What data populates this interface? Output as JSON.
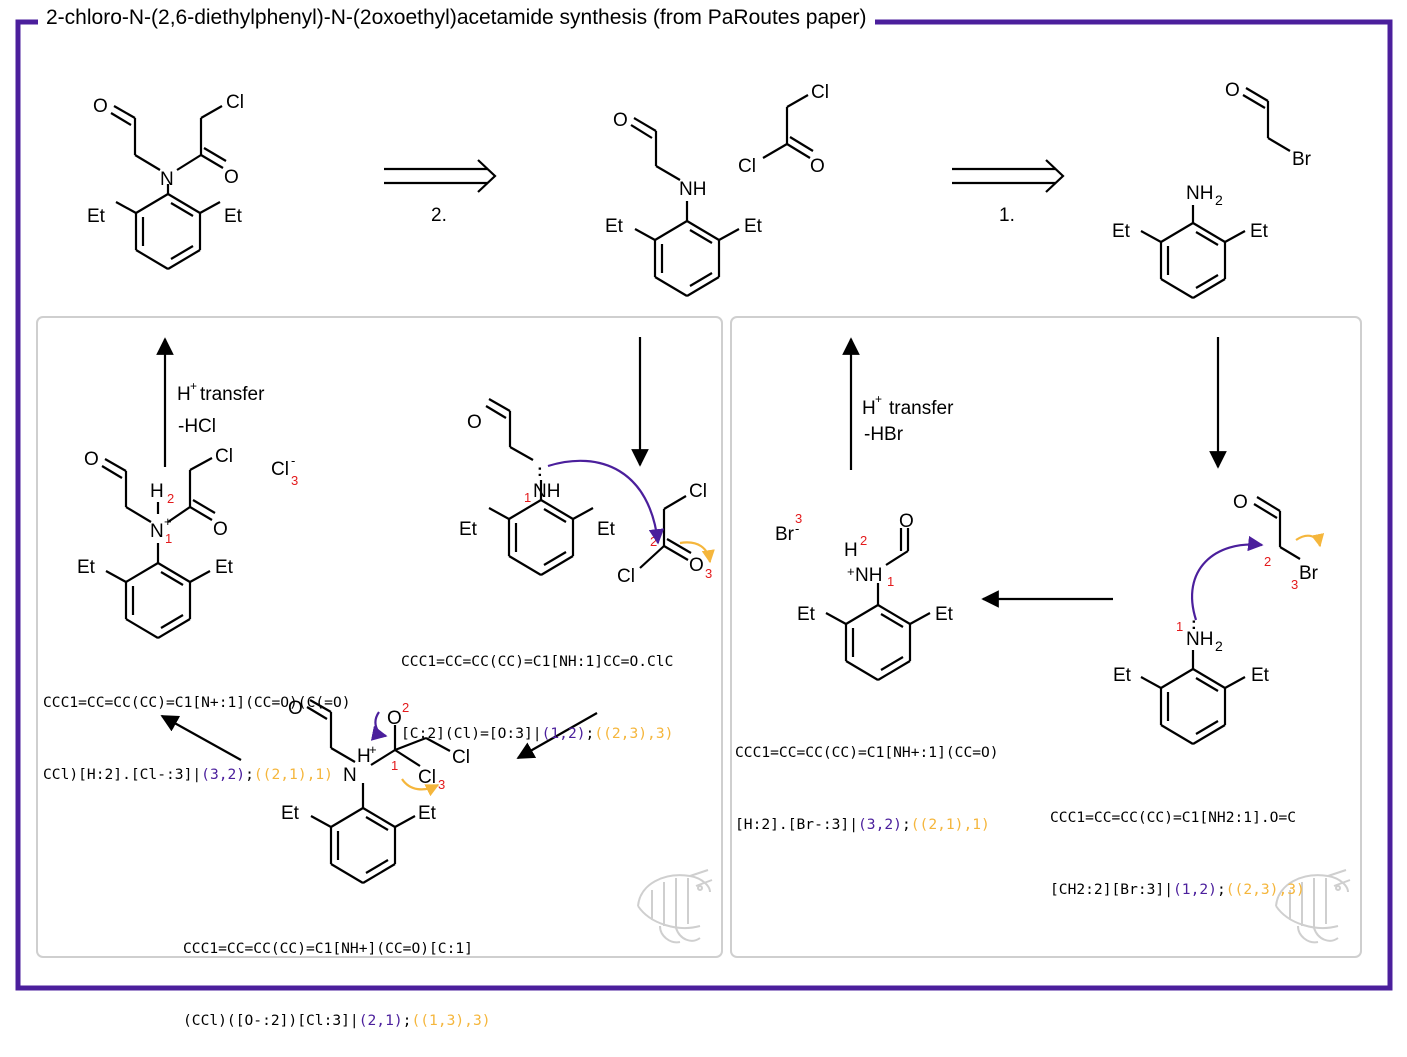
{
  "title": "2-chloro-N-(2,6-diethylphenyl)-N-(2oxoethyl)acetamide synthesis (from PaRoutes paper)",
  "colors": {
    "frame": "#4b1f9c",
    "arrow_purple": "#4b1f9c",
    "arrow_orange": "#f5b63c",
    "atom_number": "#e31a1c",
    "panel_border": "#cfcfcf"
  },
  "top_route": {
    "step2_label": "2.",
    "step1_label": "1."
  },
  "left_panel": {
    "transfer_label": "transfer",
    "transfer_h": "H",
    "transfer_plus": "+",
    "loss_label": "-HCl",
    "intermediate_1": {
      "smiles_line1": "CCC1=CC=CC(CC)=C1[N+:1](CC=O)(C(=O)",
      "smiles_line2_main": "CCl)[H:2].[Cl-:3]|",
      "smiles_arrow1": "(3,2)",
      "smiles_sep": ";",
      "smiles_arrow2": "((2,1),1)"
    },
    "intermediate_2": {
      "smiles_line1": "CCC1=CC=CC(CC)=C1[NH:1]CC=O.ClC",
      "smiles_line2_main": "[C:2](Cl)=[O:3]|",
      "smiles_arrow1": "(1,2)",
      "smiles_sep": ";",
      "smiles_arrow2": "((2,3),3)"
    },
    "intermediate_3": {
      "smiles_line1": "CCC1=CC=CC(CC)=C1[NH+](CC=O)[C:1]",
      "smiles_line2_main": "(CCl)([O-:2])[Cl:3]|",
      "smiles_arrow1": "(2,1)",
      "smiles_sep": ";",
      "smiles_arrow2": "((1,3),3)"
    }
  },
  "right_panel": {
    "transfer_label": "transfer",
    "transfer_h": "H",
    "transfer_plus": "+",
    "loss_label": "-HBr",
    "intermediate_1": {
      "smiles_line1": "CCC1=CC=CC(CC)=C1[NH+:1](CC=O)",
      "smiles_line2_main": "[H:2].[Br-:3]|",
      "smiles_arrow1": "(3,2)",
      "smiles_sep": ";",
      "smiles_arrow2": "((2,1),1)"
    },
    "intermediate_2": {
      "smiles_line1": "CCC1=CC=CC(CC)=C1[NH2:1].O=C",
      "smiles_line2_main": "[CH2:2][Br:3]|",
      "smiles_arrow1": "(1,2)",
      "smiles_sep": ";",
      "smiles_arrow2": "((2,3),3)"
    }
  },
  "atoms": {
    "et": "Et",
    "o": "O",
    "n": "N",
    "cl": "Cl",
    "br": "Br",
    "h": "H",
    "nh": "NH",
    "nh2": "NH",
    "sub2": "2",
    "n1": "1",
    "n2": "2",
    "n3": "3",
    "plus": "+",
    "minus": "-",
    "lone_pair": ":"
  },
  "icons": [
    "shrimp-logo-icon",
    "shrimp-logo-icon"
  ]
}
